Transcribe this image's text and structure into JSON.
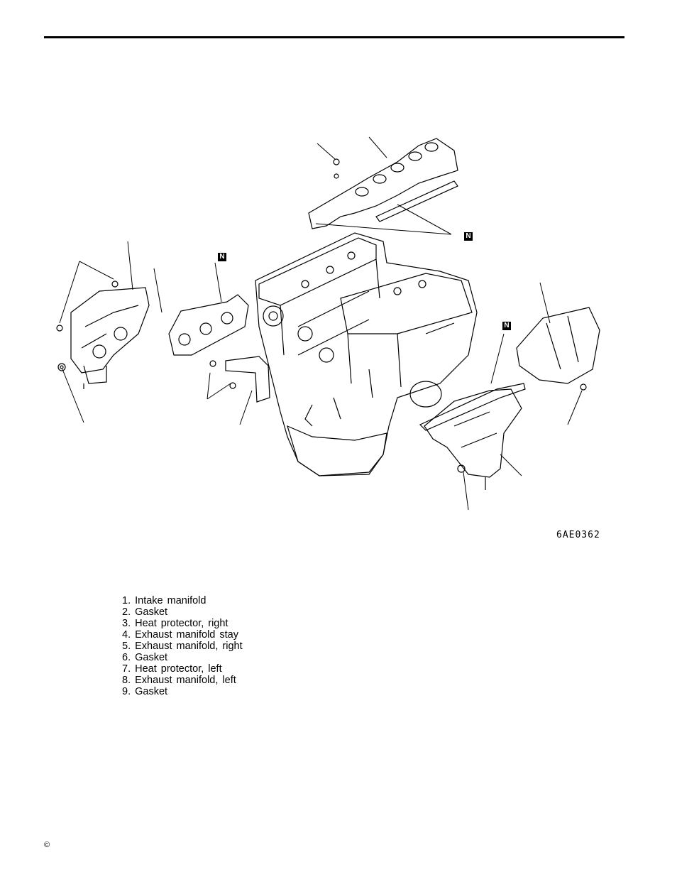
{
  "figure": {
    "code": "6AE0362",
    "non_reusable_mark": "N"
  },
  "legend": [
    "1. Intake  manifold",
    "2. Gasket",
    "3. Heat  protector,  right",
    "4. Exhaust  manifold  stay",
    "5. Exhaust  manifold,  right",
    "6. Gasket",
    "7. Heat  protector,  left",
    "8. Exhaust  manifold,  left",
    "9. Gasket"
  ],
  "footer": {
    "copyright_symbol": "©"
  }
}
